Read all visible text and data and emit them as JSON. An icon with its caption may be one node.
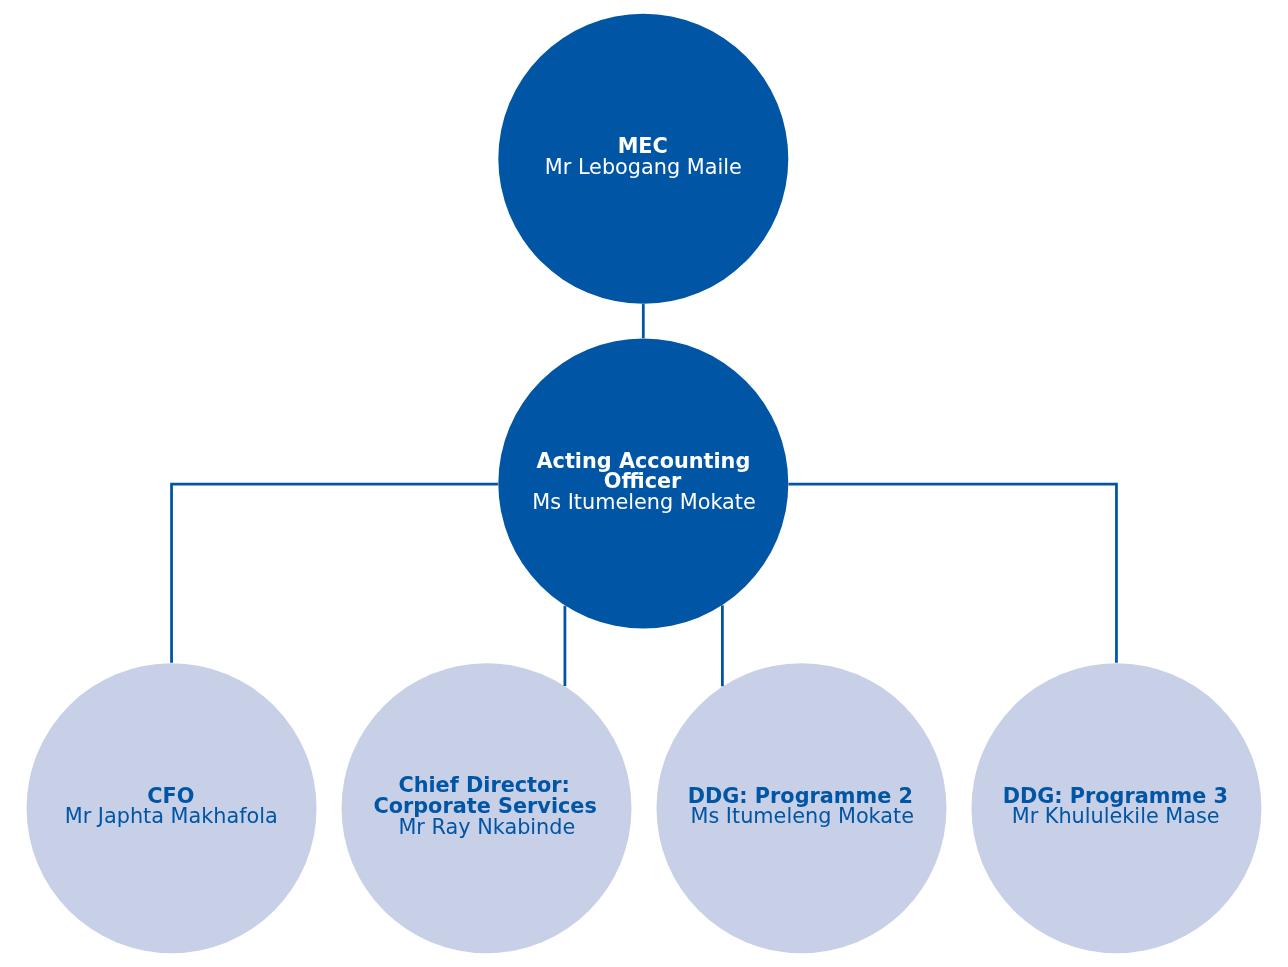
{
  "diagram": {
    "nodes": [
      {
        "text": [
          "MEC",
          "Mr Lebogang Maile"
        ]
      },
      {
        "text": [
          "Acting Accounting Officer",
          "Ms Itumeleng Mokate"
        ]
      },
      {
        "text": [
          "CFO",
          "Mr Japhta Makhafola"
        ]
      },
      {
        "text": [
          "Chief Director: Corporate Services",
          "Mr Ray Nkabinde"
        ]
      },
      {
        "text": [
          "DDG: Programme 2",
          "Ms Itumeleng Mokate"
        ]
      },
      {
        "text": [
          "DDG: Programme 3",
          "Mr Khululekile Mase"
        ]
      }
    ],
    "edges": [
      {
        "from": 0,
        "to": 1,
        "arrow": "none"
      },
      {
        "from": 1,
        "to": 2,
        "arrow": "none"
      },
      {
        "from": 1,
        "to": 3,
        "arrow": "none"
      },
      {
        "from": 1,
        "to": 4,
        "arrow": "none"
      },
      {
        "from": 1,
        "to": 5,
        "arrow": "none"
      }
    ]
  }
}
